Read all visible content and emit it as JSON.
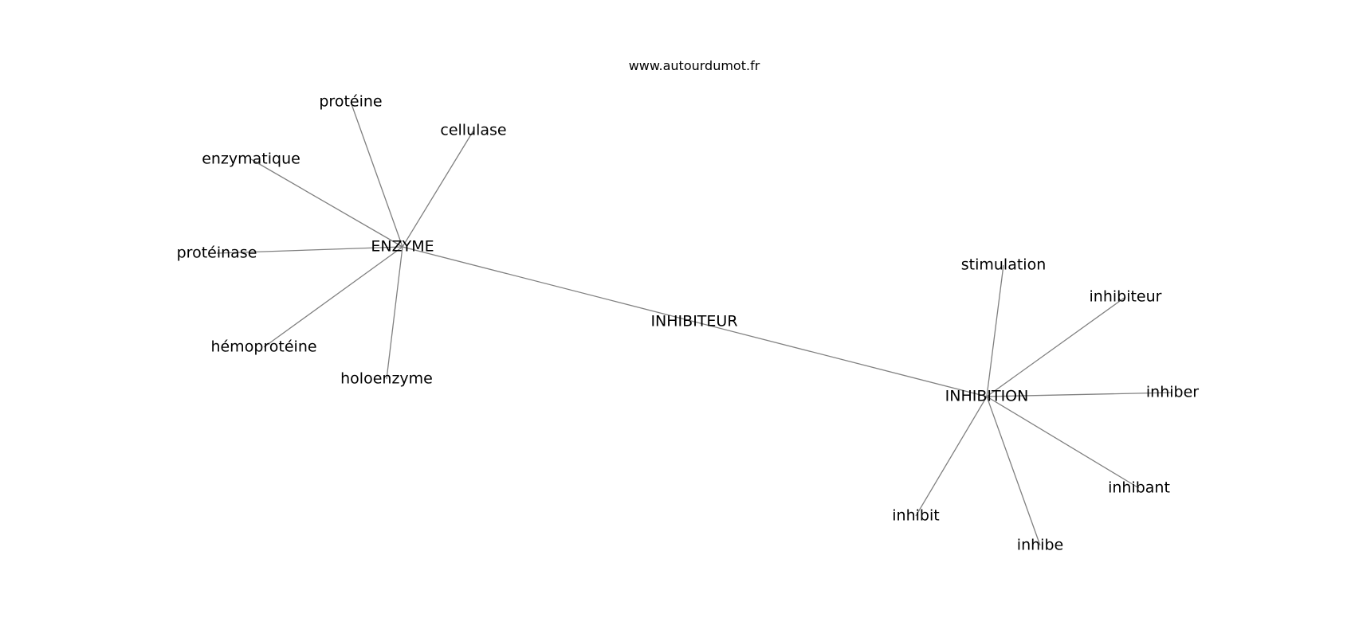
{
  "watermark": "www.autourdumot.fr",
  "graph": {
    "nodes": [
      {
        "id": "enzyme",
        "label": "ENZYME"
      },
      {
        "id": "inhibiteur_main",
        "label": "INHIBITEUR"
      },
      {
        "id": "inhibition",
        "label": "INHIBITION"
      },
      {
        "id": "proteine",
        "label": "protéine"
      },
      {
        "id": "cellulase",
        "label": "cellulase"
      },
      {
        "id": "enzymatique",
        "label": "enzymatique"
      },
      {
        "id": "proteinase",
        "label": "protéinase"
      },
      {
        "id": "hemoproteine",
        "label": "hémoprotéine"
      },
      {
        "id": "holoenzyme",
        "label": "holoenzyme"
      },
      {
        "id": "stimulation",
        "label": "stimulation"
      },
      {
        "id": "inhibiteur_small",
        "label": "inhibiteur"
      },
      {
        "id": "inhiber",
        "label": "inhiber"
      },
      {
        "id": "inhibant",
        "label": "inhibant"
      },
      {
        "id": "inhibe",
        "label": "inhibe"
      },
      {
        "id": "inhibit",
        "label": "inhibit"
      }
    ],
    "edges": [
      [
        "enzyme",
        "inhibiteur_main"
      ],
      [
        "inhibiteur_main",
        "inhibition"
      ],
      [
        "enzyme",
        "proteine"
      ],
      [
        "enzyme",
        "cellulase"
      ],
      [
        "enzyme",
        "enzymatique"
      ],
      [
        "enzyme",
        "proteinase"
      ],
      [
        "enzyme",
        "hemoproteine"
      ],
      [
        "enzyme",
        "holoenzyme"
      ],
      [
        "inhibition",
        "stimulation"
      ],
      [
        "inhibition",
        "inhibiteur_small"
      ],
      [
        "inhibition",
        "inhiber"
      ],
      [
        "inhibition",
        "inhibant"
      ],
      [
        "inhibition",
        "inhibe"
      ],
      [
        "inhibition",
        "inhibit"
      ]
    ]
  }
}
